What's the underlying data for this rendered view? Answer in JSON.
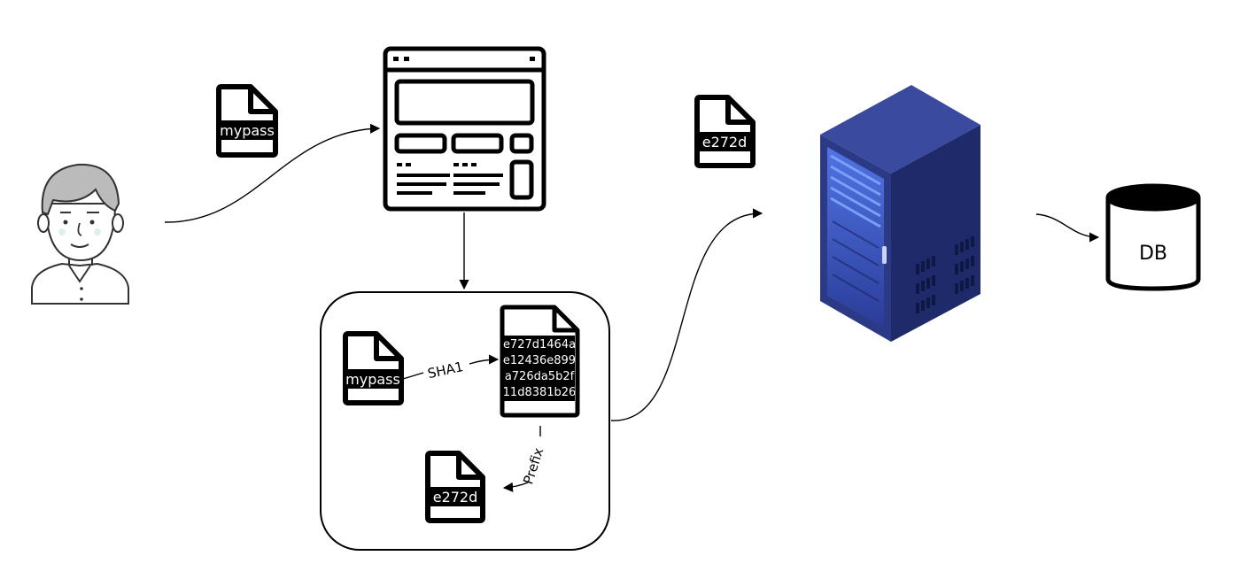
{
  "docs": {
    "client_password": "mypass",
    "sent_prefix": "e272d",
    "inner_password": "mypass",
    "hash_lines": [
      "e727d1464a",
      "e12436e899",
      "a726da5b2f",
      "11d8381b26"
    ],
    "prefix_result": "e272d"
  },
  "edges": {
    "sha1_label": "SHA1",
    "prefix_label": "Prefix"
  },
  "database": {
    "label": "DB"
  },
  "colors": {
    "stroke": "#000000",
    "server_front": "#2c3a86",
    "server_side": "#1f2a6a",
    "server_top": "#3a4a9e",
    "server_glow": "#4f7dff"
  }
}
